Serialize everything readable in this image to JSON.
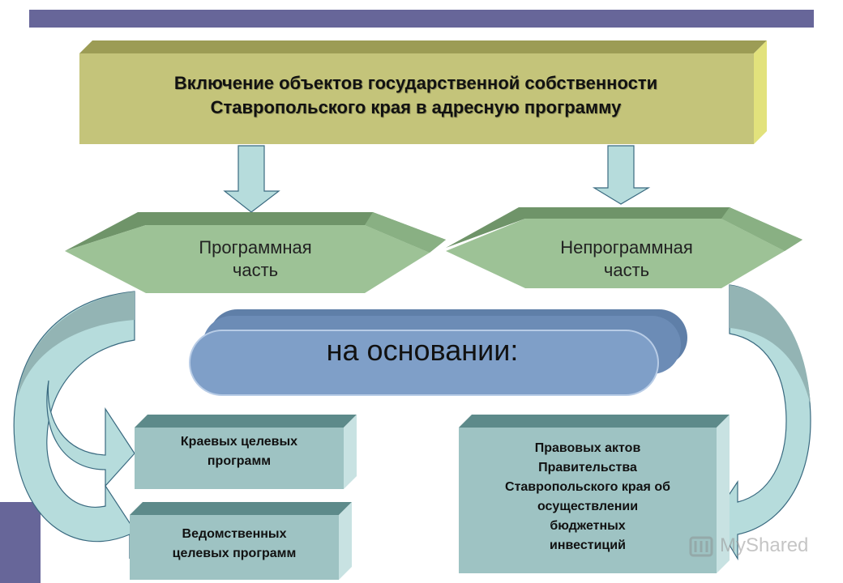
{
  "title": {
    "line1": "Включение объектов государственной собственности",
    "line2": "Ставропольского края в адресную программу"
  },
  "branches": {
    "left": {
      "line1": "Программная",
      "line2": "часть"
    },
    "right": {
      "line1": "Непрограммная",
      "line2": "часть"
    }
  },
  "basis_label": "на основании:",
  "boxes": {
    "regional": {
      "line1": "Краевых целевых",
      "line2": "программ"
    },
    "departmental": {
      "line1": "Ведомственных",
      "line2": "целевых программ"
    },
    "legal_acts": {
      "line1": "Правовых актов",
      "line2": "Правительства",
      "line3": "Ставропольского края об",
      "line4": "осуществлении",
      "line5": "бюджетных",
      "line6": "инвестиций"
    }
  },
  "watermark": "MyShared",
  "colors": {
    "top_bar": "#676699",
    "title_box": "#c4c47a",
    "hexagon": "#9dc296",
    "pill": "#7f9fc8",
    "box": "#9ec3c3",
    "arrow": "#b6dcdc"
  }
}
